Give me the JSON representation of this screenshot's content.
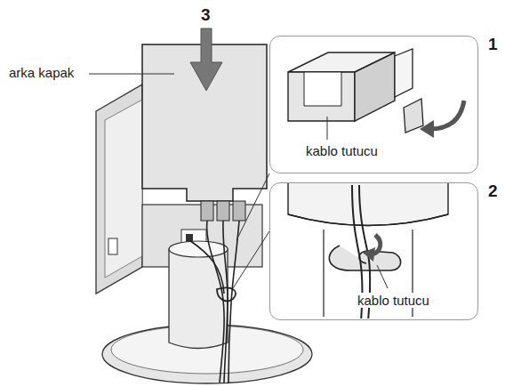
{
  "diagram": {
    "nodes": [
      {
        "text": [
          "kablo tutucu"
        ]
      },
      {
        "text": [
          "kablo tutucu"
        ]
      }
    ],
    "labels": [
      "3",
      "arka kapak",
      "1",
      "2"
    ]
  }
}
